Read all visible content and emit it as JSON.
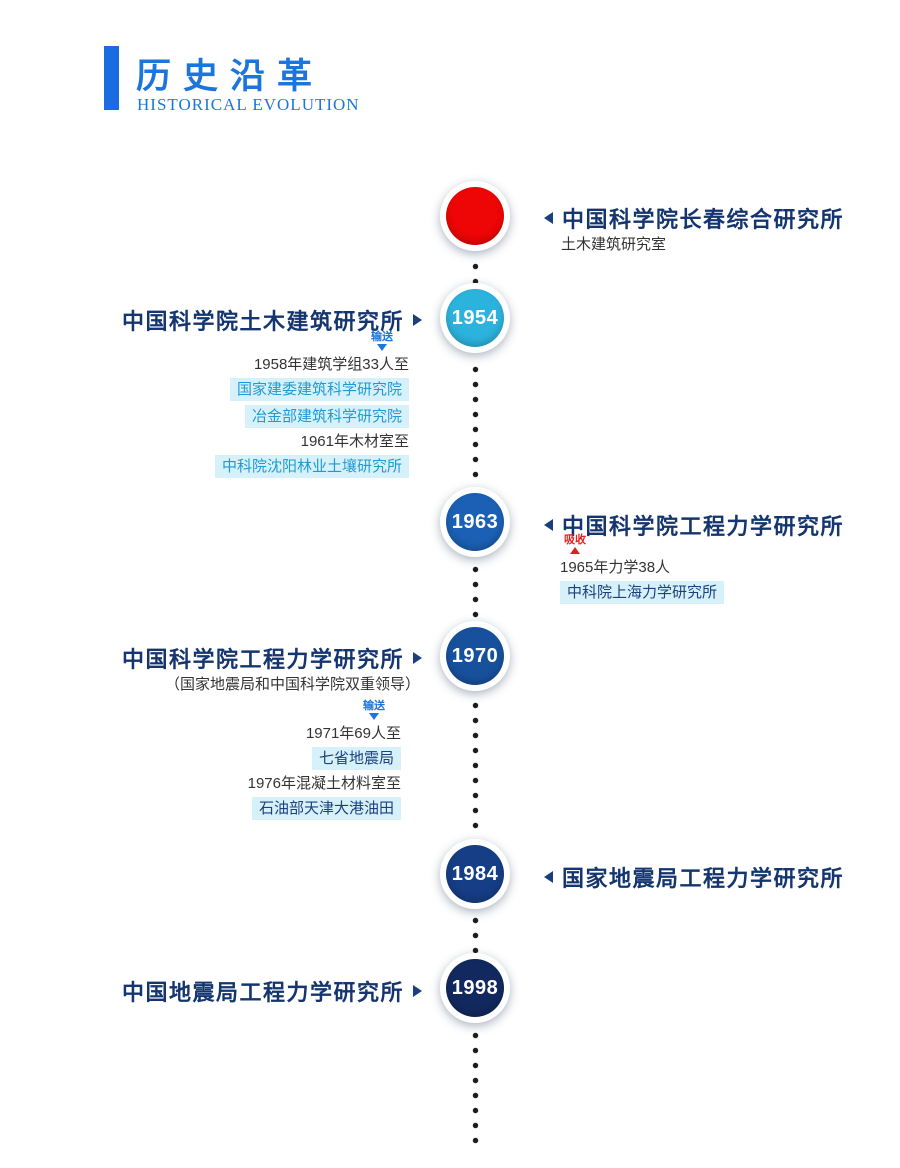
{
  "header": {
    "title": "历史沿革",
    "subtitle": "HISTORICAL EVOLUTION"
  },
  "timeline": {
    "start": {
      "year": "",
      "right_title": "中国科学院长春综合研究所",
      "right_subtitle": "土木建筑研究室"
    },
    "y1954": {
      "year": "1954",
      "left_title": "中国科学院土木建筑研究所",
      "flow_label": "输送",
      "detail": {
        "line1": "1958年建筑学组33人至",
        "box1": "国家建委建筑科学研究院",
        "box2": "冶金部建筑科学研究院",
        "line2": "1961年木材室至",
        "box3": "中科院沈阳林业土壤研究所"
      }
    },
    "y1963": {
      "year": "1963",
      "right_title": "中国科学院工程力学研究所",
      "flow_label": "吸收",
      "detail": {
        "line1": "1965年力学38人",
        "box1": "中科院上海力学研究所"
      }
    },
    "y1970": {
      "year": "1970",
      "left_title": "中国科学院工程力学研究所",
      "left_subtitle": "（国家地震局和中国科学院双重领导）",
      "flow_label": "输送",
      "detail": {
        "line1": "1971年69人至",
        "box1": "七省地震局",
        "line2": "1976年混凝土材料室至",
        "box2": "石油部天津大港油田"
      }
    },
    "y1984": {
      "year": "1984",
      "right_title": "国家地震局工程力学研究所"
    },
    "y1998": {
      "year": "1998",
      "left_title": "中国地震局工程力学研究所"
    }
  },
  "colors": {
    "node_start": "#ee0505",
    "node_1954": "#2cb3dd",
    "node_1963": "#1b60b4",
    "node_1970": "#17519d",
    "node_1984": "#163e86",
    "node_1998": "#12295f",
    "accent_blue": "#1b75dd",
    "title_navy": "#14356f",
    "highlight_bg": "#d7f1fa",
    "highlight_cyan_text": "#1f9ad2",
    "highlight_navy_text": "#1c3f7d",
    "flow_red": "#e02020",
    "dot": "#1c1c1c"
  }
}
